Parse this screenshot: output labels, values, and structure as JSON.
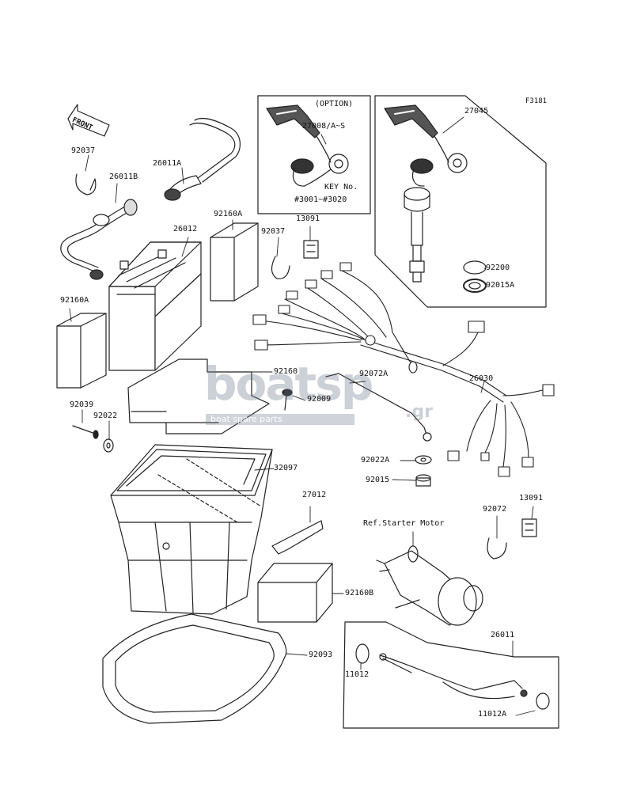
{
  "figure_code": "F3181",
  "front_label": "FRONT",
  "option_box": {
    "title": "(OPTION)",
    "part": "27008/A~S",
    "key_label": "KEY No.",
    "key_range": "#3001~#3020"
  },
  "watermark": {
    "brand": "boatsp",
    "tagline": "boat spare parts",
    "domain": ".gr"
  },
  "parts": [
    {
      "id": "p27045",
      "text": "27045"
    },
    {
      "id": "p92037a",
      "text": "92037"
    },
    {
      "id": "p26011b",
      "text": "26011B"
    },
    {
      "id": "p26011a",
      "text": "26011A"
    },
    {
      "id": "p92160a1",
      "text": "92160A"
    },
    {
      "id": "p92037b",
      "text": "92037"
    },
    {
      "id": "p13091a",
      "text": "13091"
    },
    {
      "id": "p26012",
      "text": "26012"
    },
    {
      "id": "p92200",
      "text": "92200"
    },
    {
      "id": "p92015a",
      "text": "92015A"
    },
    {
      "id": "p92160a2",
      "text": "92160A"
    },
    {
      "id": "p92160",
      "text": "92160"
    },
    {
      "id": "p92072a",
      "text": "92072A"
    },
    {
      "id": "p26030",
      "text": "26030"
    },
    {
      "id": "p92009",
      "text": "92009"
    },
    {
      "id": "p92039",
      "text": "92039"
    },
    {
      "id": "p92022",
      "text": "92022"
    },
    {
      "id": "p92022a",
      "text": "92022A"
    },
    {
      "id": "p92015",
      "text": "92015"
    },
    {
      "id": "p32097",
      "text": "32097"
    },
    {
      "id": "p27012",
      "text": "27012"
    },
    {
      "id": "p92072",
      "text": "92072"
    },
    {
      "id": "p13091b",
      "text": "13091"
    },
    {
      "id": "pstarter",
      "text": "Ref.Starter Motor"
    },
    {
      "id": "p92160b",
      "text": "92160B"
    },
    {
      "id": "p26011",
      "text": "26011"
    },
    {
      "id": "p11012",
      "text": "11012"
    },
    {
      "id": "p92093",
      "text": "92093"
    },
    {
      "id": "p11012a",
      "text": "11012A"
    }
  ]
}
